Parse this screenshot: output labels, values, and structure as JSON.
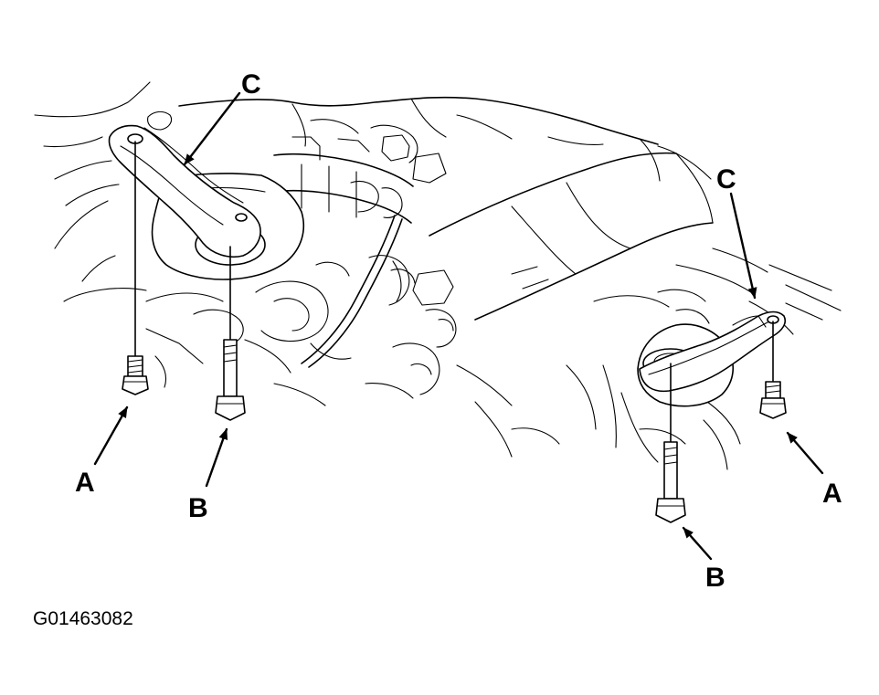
{
  "labels": {
    "left_c": "C",
    "left_a": "A",
    "left_b": "B",
    "right_c": "C",
    "right_a": "A",
    "right_b": "B"
  },
  "figure_code": "G01463082",
  "colors": {
    "ink": "#000000",
    "paper": "#ffffff"
  }
}
